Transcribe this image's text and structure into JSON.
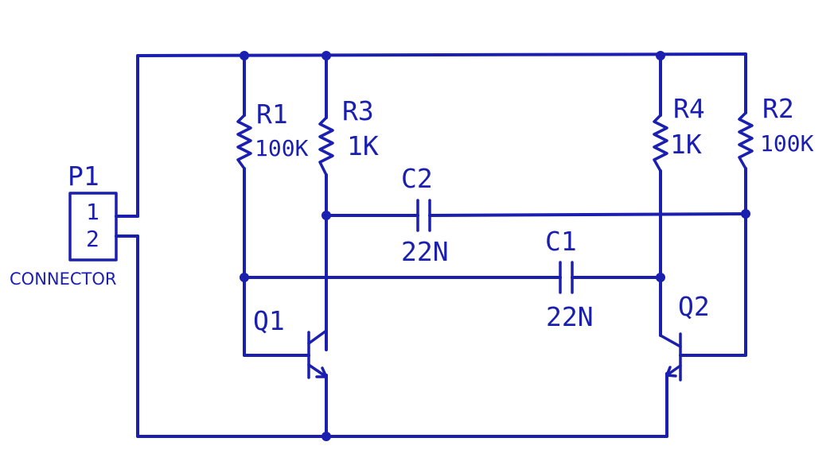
{
  "colors": {
    "ink": "#1a1fb0",
    "background": "#ffffff"
  },
  "connector": {
    "ref": "P1",
    "pin1": "1",
    "pin2": "2",
    "type": "CONNECTOR"
  },
  "resistors": [
    {
      "ref": "R1",
      "value": "100K"
    },
    {
      "ref": "R3",
      "value": "1K"
    },
    {
      "ref": "R4",
      "value": "1K"
    },
    {
      "ref": "R2",
      "value": "100K"
    }
  ],
  "capacitors": [
    {
      "ref": "C2",
      "value": "22N"
    },
    {
      "ref": "C1",
      "value": "22N"
    }
  ],
  "transistors": [
    {
      "ref": "Q1"
    },
    {
      "ref": "Q2"
    }
  ]
}
